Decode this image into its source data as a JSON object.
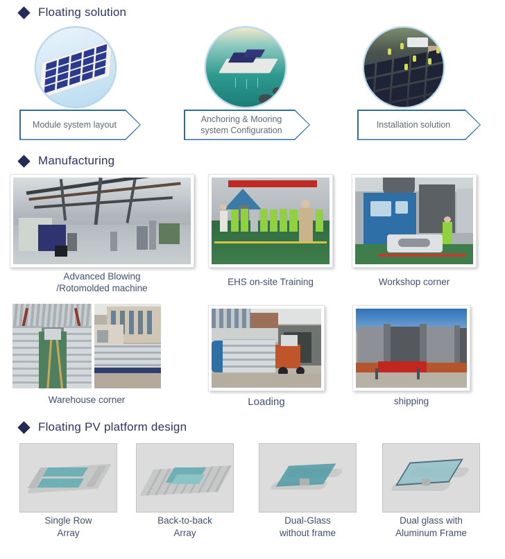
{
  "sections": [
    {
      "id": "floating-solution",
      "title": "Floating solution"
    },
    {
      "id": "manufacturing",
      "title": "Manufacturing"
    },
    {
      "id": "platform-design",
      "title": "Floating PV platform design"
    }
  ],
  "floating_solution": {
    "items": [
      {
        "label": "Module system layout",
        "image": "solar-panel-raft-illustration"
      },
      {
        "label": "Anchoring & Mooring\nsystem Configuration",
        "image": "floating-raft-on-water-illustration"
      },
      {
        "label": "Installation solution",
        "image": "aerial-floating-pv-installation-photo"
      }
    ]
  },
  "manufacturing": {
    "rows": [
      [
        {
          "caption": "Advanced Blowing\n/Rotomolded machine",
          "image": "factory-interior-photo"
        },
        {
          "caption": "EHS on-site Training",
          "image": "staff-training-photo"
        },
        {
          "caption": "Workshop corner",
          "image": "blow-molding-machine-photo"
        }
      ],
      [
        {
          "caption": "Warehouse corner",
          "image": "warehouse-stacked-floats-photo"
        },
        {
          "caption": "Loading",
          "image": "forklift-loading-photo"
        },
        {
          "caption": "shipping",
          "image": "container-trucks-photo"
        }
      ]
    ]
  },
  "platform_design": {
    "items": [
      {
        "caption": "Single Row\nArray",
        "image": "single-row-array-render"
      },
      {
        "caption": "Back-to-back\nArray",
        "image": "back-to-back-array-render"
      },
      {
        "caption": "Dual-Glass\nwithout frame",
        "image": "dual-glass-no-frame-render"
      },
      {
        "caption": "Dual glass with\nAluminum Frame",
        "image": "dual-glass-aluminum-frame-render"
      }
    ]
  },
  "colors": {
    "diamond": "#222a55",
    "section_title": "#2b3560",
    "caption": "#3f5070",
    "chevron_border": "#2f6ea5",
    "chevron_text": "#5c6a77",
    "circle_ring": "#b9d5ea",
    "design_panel": "#dcdcdc"
  }
}
